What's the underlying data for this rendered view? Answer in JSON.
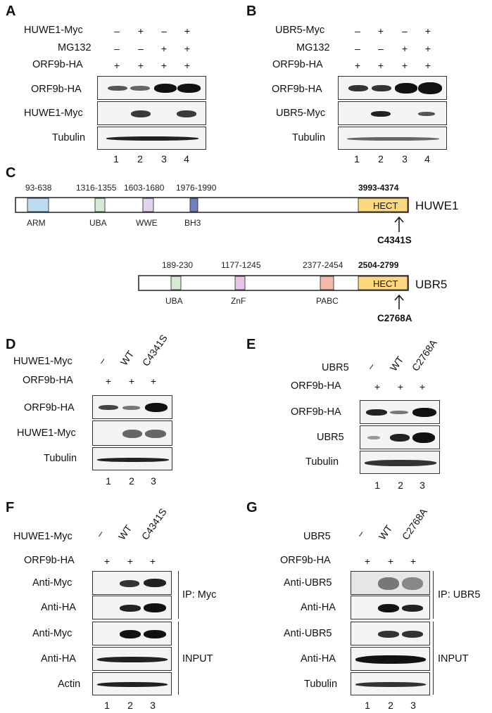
{
  "panels": {
    "A": {
      "label": "A",
      "rows": [
        {
          "name": "HUWE1-Myc",
          "signs": [
            "–",
            "+",
            "–",
            "+"
          ]
        },
        {
          "name": "MG132",
          "signs": [
            "–",
            "–",
            "+",
            "+"
          ]
        },
        {
          "name": "ORF9b-HA",
          "signs": [
            "+",
            "+",
            "+",
            "+"
          ]
        }
      ],
      "blots": [
        "ORF9b-HA",
        "HUWE1-Myc",
        "Tubulin"
      ],
      "lanes": [
        "1",
        "2",
        "3",
        "4"
      ]
    },
    "B": {
      "label": "B",
      "rows": [
        {
          "name": "UBR5-Myc",
          "signs": [
            "–",
            "+",
            "–",
            "+"
          ]
        },
        {
          "name": "MG132",
          "signs": [
            "–",
            "–",
            "+",
            "+"
          ]
        },
        {
          "name": "ORF9b-HA",
          "signs": [
            "+",
            "+",
            "+",
            "+"
          ]
        }
      ],
      "blots": [
        "ORF9b-HA",
        "UBR5-Myc",
        "Tubulin"
      ],
      "lanes": [
        "1",
        "2",
        "3",
        "4"
      ]
    },
    "C": {
      "label": "C",
      "huwe1": {
        "name": "HUWE1",
        "domains": [
          {
            "range": "93-638",
            "name": "ARM",
            "color": "#bcdcef"
          },
          {
            "range": "1316-1355",
            "name": "UBA",
            "color": "#d3ead3"
          },
          {
            "range": "1603-1680",
            "name": "WWE",
            "color": "#e3d3ee"
          },
          {
            "range": "1976-1990",
            "name": "BH3",
            "color": "#6f7fbf"
          },
          {
            "range": "3993-4374",
            "name": "HECT",
            "color": "#fbd77d"
          }
        ],
        "mutation": "C4341S"
      },
      "ubr5": {
        "name": "UBR5",
        "domains": [
          {
            "range": "189-230",
            "name": "UBA",
            "color": "#d3ead3"
          },
          {
            "range": "1177-1245",
            "name": "ZnF",
            "color": "#e8c4e8"
          },
          {
            "range": "2377-2454",
            "name": "PABC",
            "color": "#f2b9a9"
          },
          {
            "range": "2504-2799",
            "name": "HECT",
            "color": "#fbd77d"
          }
        ],
        "mutation": "C2768A"
      }
    },
    "D": {
      "label": "D",
      "cols": [
        "–",
        "WT",
        "C4341S"
      ],
      "row1": "HUWE1-Myc",
      "row2": {
        "name": "ORF9b-HA",
        "signs": [
          "+",
          "+",
          "+"
        ]
      },
      "blots": [
        "ORF9b-HA",
        "HUWE1-Myc",
        "Tubulin"
      ],
      "lanes": [
        "1",
        "2",
        "3"
      ]
    },
    "E": {
      "label": "E",
      "cols": [
        "–",
        "WT",
        "C2768A"
      ],
      "row1": "UBR5",
      "row2": {
        "name": "ORF9b-HA",
        "signs": [
          "+",
          "+",
          "+"
        ]
      },
      "blots": [
        "ORF9b-HA",
        "UBR5",
        "Tubulin"
      ],
      "lanes": [
        "1",
        "2",
        "3"
      ]
    },
    "F": {
      "label": "F",
      "cols": [
        "–",
        "WT",
        "C4341S"
      ],
      "row1": "HUWE1-Myc",
      "row2": {
        "name": "ORF9b-HA",
        "signs": [
          "+",
          "+",
          "+"
        ]
      },
      "blots": [
        "Anti-Myc",
        "Anti-HA",
        "Anti-Myc",
        "Anti-HA",
        "Actin"
      ],
      "ip": "IP: Myc",
      "input": "INPUT",
      "lanes": [
        "1",
        "2",
        "3"
      ]
    },
    "G": {
      "label": "G",
      "cols": [
        "–",
        "WT",
        "C2768A"
      ],
      "row1": "UBR5",
      "row2": {
        "name": "ORF9b-HA",
        "signs": [
          "+",
          "+",
          "+"
        ]
      },
      "blots": [
        "Anti-UBR5",
        "Anti-HA",
        "Anti-UBR5",
        "Anti-HA",
        "Tubulin"
      ],
      "ip": "IP: UBR5",
      "input": "INPUT",
      "lanes": [
        "1",
        "2",
        "3"
      ]
    }
  }
}
